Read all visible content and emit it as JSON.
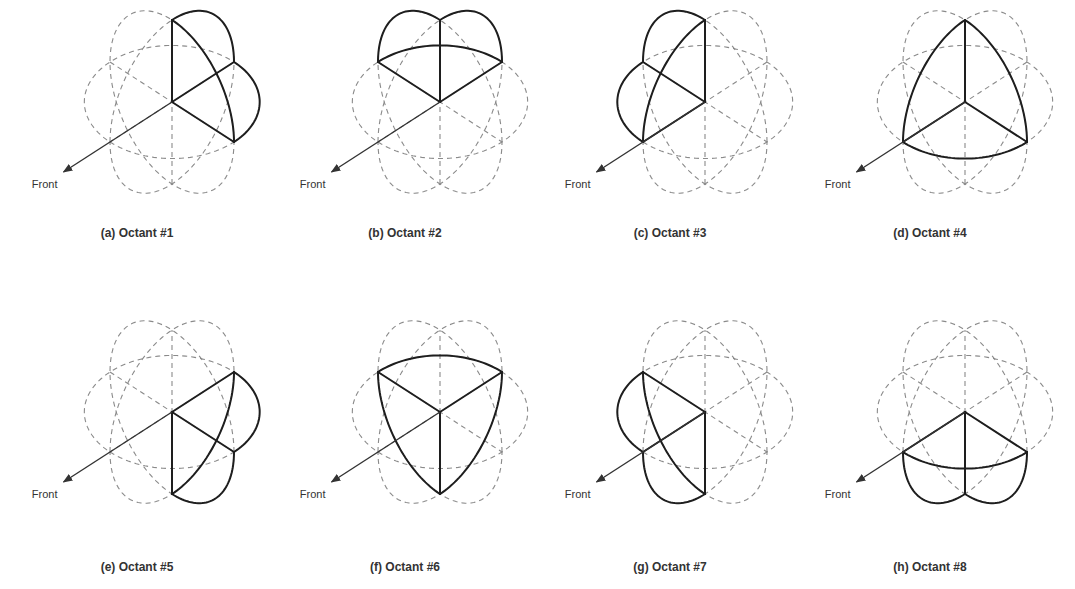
{
  "diagram": {
    "labels": [
      "Front",
      "(a) Octant #1",
      "Front",
      "(b) Octant #2",
      "Front",
      "(c) Octant #3",
      "Front",
      "(d) Octant #4",
      "Front",
      "(e) Octant #5",
      "Front",
      "(f) Octant #6",
      "Front",
      "(g) Octant #7",
      "Front",
      "(h) Octant #8"
    ]
  }
}
